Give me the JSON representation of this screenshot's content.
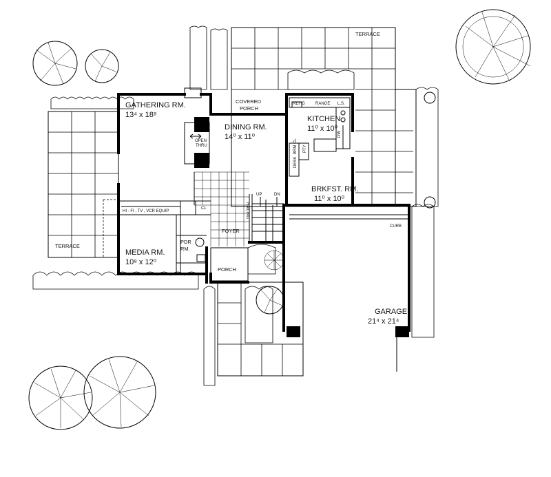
{
  "rooms": {
    "gathering": {
      "name": "GATHERING RM.",
      "dims": "13⁴ x 18⁸"
    },
    "dining": {
      "name": "DINING RM.",
      "dims": "14⁰ x 11⁰"
    },
    "kitchen": {
      "name": "KITCHEN",
      "dims": "11⁰ x 10⁰"
    },
    "breakfast": {
      "name": "BRKFST. RM.",
      "dims": "11⁰ x 10⁰"
    },
    "media": {
      "name": "MEDIA RM.",
      "dims": "10⁸ x 12⁰"
    },
    "garage": {
      "name": "GARAGE",
      "dims": "21⁴ x 21⁴"
    },
    "foyer": {
      "name": "FOYER"
    },
    "porch": {
      "name": "PORCH"
    },
    "covered_porch": {
      "line1": "COVERED",
      "line2": "PORCH"
    },
    "pdr": {
      "line1": "PDR",
      "line2": "RM."
    },
    "terrace_top": {
      "name": "TERRACE"
    },
    "terrace_left": {
      "name": "TERRACE"
    }
  },
  "fixtures": {
    "refg": "REF'G",
    "range": "RANGE",
    "ls": "L.S.",
    "open_thru": {
      "line1": "OPEN",
      "line2": "THRU"
    },
    "equip": "HI - FI , TV , VCR  EQUIP",
    "cl": "CL",
    "up": "UP",
    "dn": "DN",
    "railing": "RAILING",
    "curb": "CURB",
    "desk": "DESK",
    "brm_cl": "BRM CL",
    "pty": "PTY",
    "dw": "DW"
  }
}
